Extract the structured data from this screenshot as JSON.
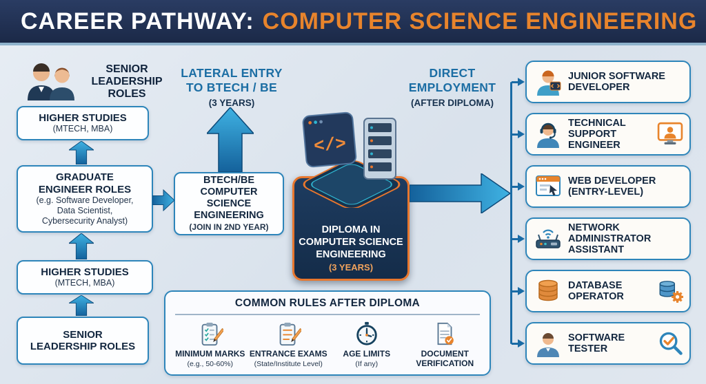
{
  "header": {
    "title": "CAREER PATHWAY:",
    "subtitle": "COMPUTER SCIENCE ENGINEERING"
  },
  "left_path": {
    "top_role": {
      "lines": [
        "SENIOR",
        "LEADERSHIP",
        "ROLES"
      ]
    },
    "higher_studies_top": {
      "title": "HIGHER STUDIES",
      "sub": "(MTECH, MBA)"
    },
    "graduate_roles": {
      "title_lines": [
        "GRADUATE",
        "ENGINEER ROLES"
      ],
      "sub_lines": [
        "(e.g. Software Developer,",
        "Data Scientist,",
        "Cybersecurity Analyst)"
      ]
    },
    "higher_studies_bottom": {
      "title": "HIGHER STUDIES",
      "sub": "(MTECH, MBA)"
    },
    "senior_roles_bottom": {
      "lines": [
        "SENIOR",
        "LEADERSHIP ROLES"
      ]
    }
  },
  "lateral_entry": {
    "heading_lines": [
      "LATERAL ENTRY",
      "TO BTECH / BE"
    ],
    "duration": "(3 YEARS)",
    "box": {
      "lines": [
        "BTECH/BE",
        "COMPUTER SCIENCE ENGINEERING",
        "(JOIN IN 2ND YEAR)"
      ]
    }
  },
  "diploma": {
    "lines": [
      "DIPLOMA IN",
      "COMPUTER SCIENCE",
      "ENGINEERING"
    ],
    "duration": "(3 YEARS)",
    "code_glyph": "</>"
  },
  "direct_employment": {
    "heading_lines": [
      "DIRECT",
      "EMPLOYMENT"
    ],
    "note": "(AFTER DIPLOMA)"
  },
  "jobs": [
    {
      "label": "JUNIOR SOFTWARE DEVELOPER",
      "icon": "junior-developer-icon"
    },
    {
      "label": "TECHNICAL SUPPORT ENGINEER",
      "icon": "support-engineer-icon",
      "right_icon": "monitor-icon"
    },
    {
      "label": "WEB DEVELOPER (ENTRY-LEVEL)",
      "icon": "web-browser-icon"
    },
    {
      "label": "NETWORK ADMINISTRATOR ASSISTANT",
      "icon": "network-router-icon"
    },
    {
      "label": "DATABASE OPERATOR",
      "icon": "database-icon",
      "right_icon": "database-gear-icon"
    },
    {
      "label": "SOFTWARE TESTER",
      "icon": "tester-person-icon",
      "right_icon": "magnifier-check-icon"
    }
  ],
  "common_rules": {
    "title": "COMMON RULES AFTER DIPLOMA",
    "items": [
      {
        "title": "MINIMUM MARKS",
        "sub": "(e.g., 50-60%)",
        "icon": "checklist-clipboard-icon"
      },
      {
        "title": "ENTRANCE EXAMS",
        "sub": "(State/Institute Level)",
        "icon": "exam-clipboard-icon"
      },
      {
        "title": "AGE LIMITS",
        "sub": "(If any)",
        "icon": "clock-icon"
      },
      {
        "title": "DOCUMENT VERIFICATION",
        "sub": "",
        "icon": "document-check-icon"
      }
    ]
  },
  "colors": {
    "accent_orange": "#e8842c",
    "navy": "#1b2947",
    "blue": "#1c6ea4",
    "box_border": "#2d85ba"
  }
}
